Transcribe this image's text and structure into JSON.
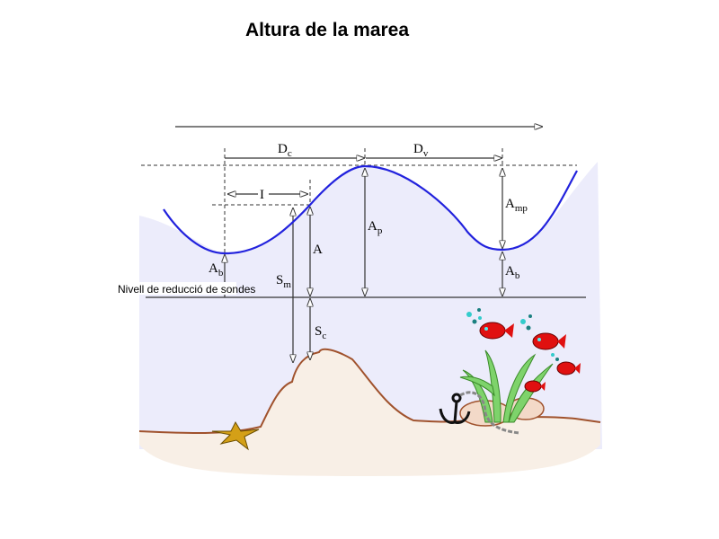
{
  "title": "Altura de la marea",
  "reference_line_label": "Nivell de reducció de sondes",
  "labels": {
    "Dc": {
      "main": "D",
      "sub": "c"
    },
    "Dv": {
      "main": "D",
      "sub": "v"
    },
    "I": {
      "main": "I",
      "sub": ""
    },
    "Amp": {
      "main": "A",
      "sub": "mp"
    },
    "Ap": {
      "main": "A",
      "sub": "p"
    },
    "A": {
      "main": "A",
      "sub": ""
    },
    "Ab_left": {
      "main": "A",
      "sub": "b"
    },
    "Ab_right": {
      "main": "A",
      "sub": "b"
    },
    "Sm": {
      "main": "S",
      "sub": "m"
    },
    "Sc": {
      "main": "S",
      "sub": "c"
    }
  },
  "colors": {
    "water": "#ececfb",
    "sand": "#f8efe6",
    "curve": "#2222dd",
    "seabed": "#a0522d",
    "fish": "#e01010",
    "weed": "#66cc55"
  }
}
